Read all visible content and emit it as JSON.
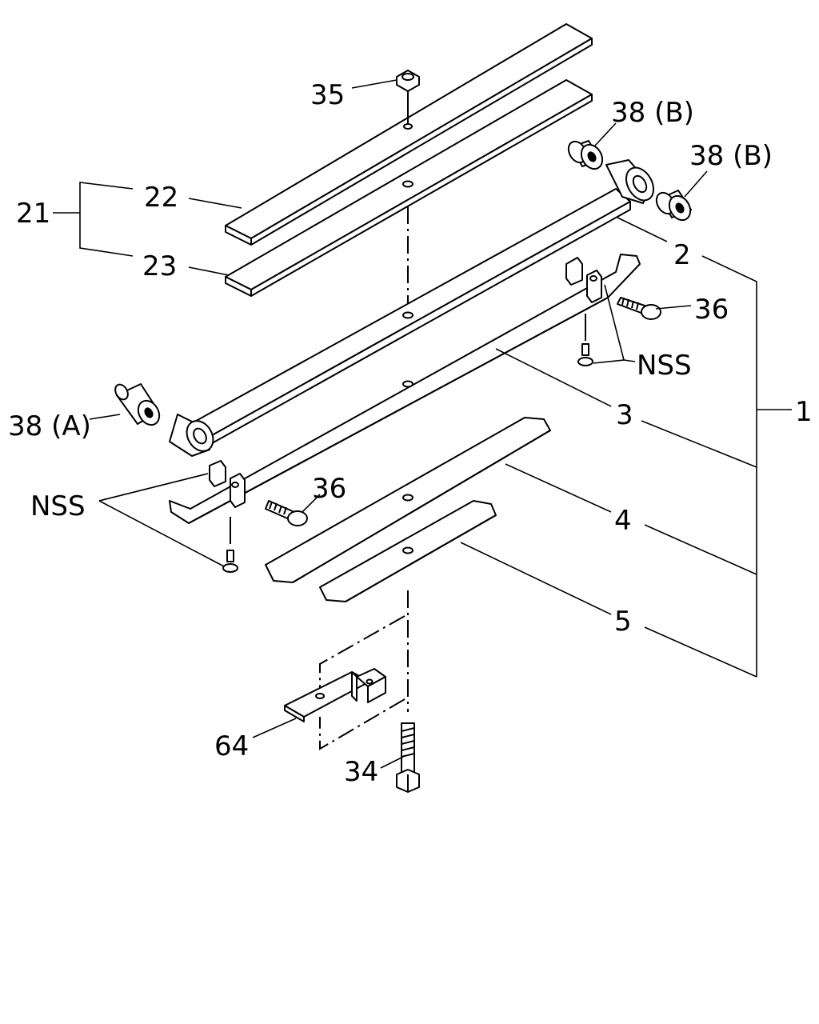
{
  "diagram": {
    "callouts": {
      "c1": "1",
      "c2": "2",
      "c3": "3",
      "c4": "4",
      "c5": "5",
      "c21": "21",
      "c22": "22",
      "c23": "23",
      "c34": "34",
      "c35": "35",
      "c36_right": "36",
      "c36_left": "36",
      "c38a": "38 (A)",
      "c38b_upper": "38 (B)",
      "c38b_lower": "38 (B)",
      "c64": "64",
      "nss_right": "NSS",
      "nss_left": "NSS"
    }
  }
}
